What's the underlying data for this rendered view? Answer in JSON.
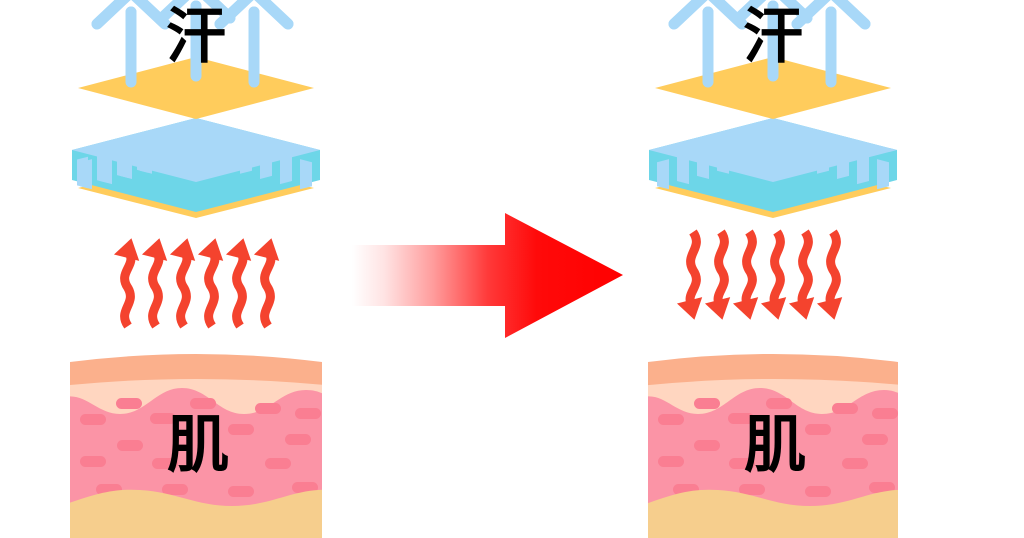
{
  "diagram": {
    "title": "",
    "type": "fabric-heat-transfer-comparison",
    "background_color": "#ffffff",
    "labels": {
      "sweat": "汗",
      "skin": "肌"
    },
    "colors": {
      "fabric_yellow": "#FFCC5C",
      "mesh_light_blue": "#A8D8F8",
      "mesh_cyan_frame": "#6DD6E8",
      "sweat_arrow_blue": "#A8D8F8",
      "heat_wave_red": "#F4432E",
      "transition_arrow_red": "#FF0000",
      "skin_epidermis_outer": "#FBB08C",
      "skin_epidermis_inner": "#FFD6C0",
      "skin_dermis": "#FB94A6",
      "skin_dermis_dash": "#FA7E92",
      "skin_subcutaneous": "#F6CE8D",
      "text_black": "#000000"
    }
  },
  "panels": [
    {
      "id": "before",
      "name": "before-panel",
      "sweat_label": "汗",
      "skin_label": "肌",
      "sweat_arrow_count": 3,
      "sweat_arrow_direction": "up",
      "heat_wave_count": 6,
      "heat_wave_direction": "up",
      "fabric_layers": [
        {
          "name": "top-yellow-layer",
          "color": "#FFCC5C",
          "shape": "diamond"
        },
        {
          "name": "mesh-layer",
          "color": "#A8D8F8",
          "frame_color": "#6DD6E8",
          "shape": "box",
          "slot_count": 12
        },
        {
          "name": "bottom-yellow-layer",
          "color": "#FFCC5C",
          "shape": "diamond"
        }
      ],
      "skin_layers": [
        {
          "name": "epidermis-outer",
          "color": "#FBB08C"
        },
        {
          "name": "epidermis-inner",
          "color": "#FFD6C0"
        },
        {
          "name": "dermis",
          "color": "#FB94A6"
        },
        {
          "name": "subcutaneous",
          "color": "#F6CE8D"
        }
      ]
    },
    {
      "id": "after",
      "name": "after-panel",
      "sweat_label": "汗",
      "skin_label": "肌",
      "sweat_arrow_count": 3,
      "sweat_arrow_direction": "up",
      "heat_wave_count": 6,
      "heat_wave_direction": "down",
      "fabric_layers": [
        {
          "name": "top-yellow-layer",
          "color": "#FFCC5C",
          "shape": "diamond"
        },
        {
          "name": "mesh-layer",
          "color": "#A8D8F8",
          "frame_color": "#6DD6E8",
          "shape": "box",
          "slot_count": 12
        },
        {
          "name": "bottom-yellow-layer",
          "color": "#FFCC5C",
          "shape": "diamond"
        }
      ],
      "skin_layers": [
        {
          "name": "epidermis-outer",
          "color": "#FBB08C"
        },
        {
          "name": "epidermis-inner",
          "color": "#FFD6C0"
        },
        {
          "name": "dermis",
          "color": "#FB94A6"
        },
        {
          "name": "subcutaneous",
          "color": "#F6CE8D"
        }
      ]
    }
  ],
  "transition": {
    "name": "transition-arrow",
    "icon": "right-arrow-icon",
    "direction": "right",
    "gradient_from": "#FFFFFF",
    "gradient_to": "#FF0000"
  }
}
